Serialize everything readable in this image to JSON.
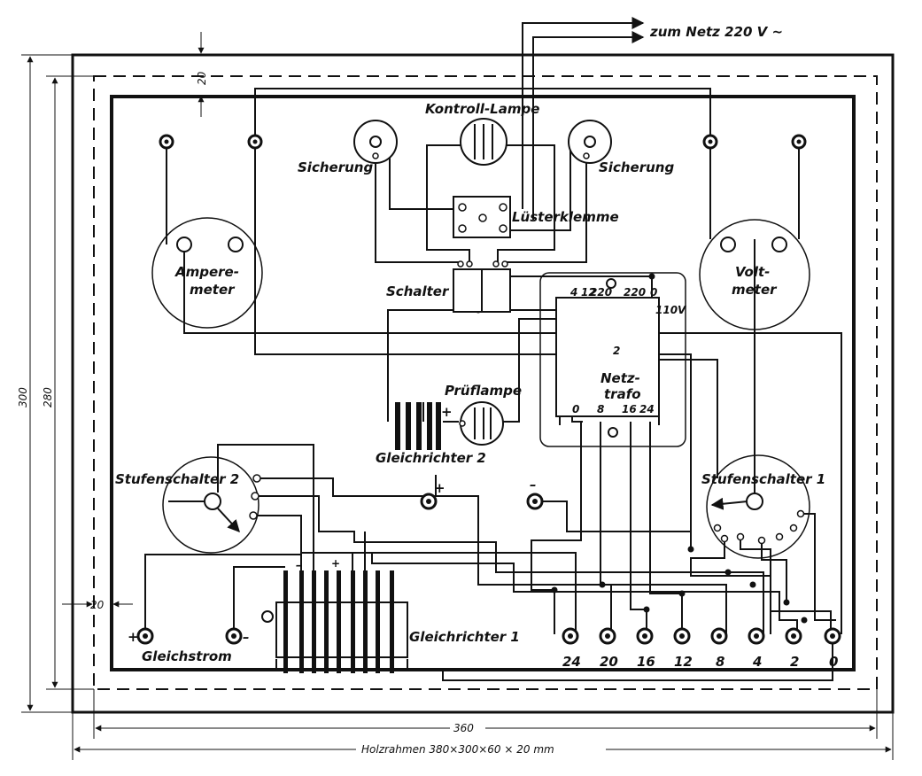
{
  "labels": {
    "mains": "zum Netz 220 V ~",
    "pilot_lamp": "Kontroll-Lampe",
    "fuse_left": "Sicherung",
    "fuse_right": "Sicherung",
    "terminal_strip": "Lüsterklemme",
    "ammeter_line1": "Ampere-",
    "ammeter_line2": "meter",
    "voltmeter_line1": "Volt-",
    "voltmeter_line2": "meter",
    "switch": "Schalter",
    "test_lamp": "Prüflampe",
    "rectifier_2": "Gleichrichter 2",
    "transformer_line1": "Netz-",
    "transformer_line2": "trafo",
    "step_switch_2": "Stufenschalter 2",
    "step_switch_1": "Stufenschalter 1",
    "rectifier_1": "Gleichrichter 1",
    "dc": "Gleichstrom"
  },
  "transformer_taps": {
    "primary": [
      "4",
      "12",
      "220",
      "220",
      "0"
    ],
    "voltage_110": "110V",
    "secondary": [
      "0",
      "8",
      "16",
      "24"
    ],
    "aux": "2"
  },
  "output_terminals": [
    "24",
    "20",
    "16",
    "12",
    "8",
    "4",
    "2",
    "0"
  ],
  "polarity": {
    "plus": "+",
    "minus": "–"
  },
  "dimensions": {
    "top_gap": "20",
    "left_gap": "20",
    "outer_height": "300",
    "inner_height": "280",
    "inner_width": "360",
    "frame": "Holzrahmen 380×300×60 × 20 mm"
  }
}
